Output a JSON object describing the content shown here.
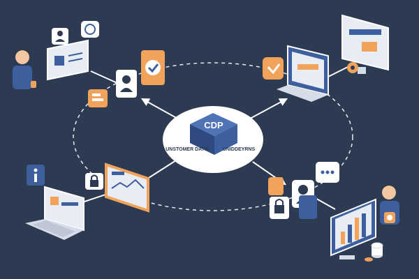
{
  "hub": {
    "label": "CDP",
    "caption_left": "UNSTOMER DATM",
    "caption_right": "UNIDDEYRNS"
  },
  "colors": {
    "background": "#2c3a52",
    "hub_blue": "#3e5f9e",
    "accent_orange": "#f2a35b",
    "tile_white": "#ffffff",
    "screen_light": "#e8ecf3"
  },
  "clusters": [
    {
      "position": "top-left",
      "icons": [
        "person-avatar-icon",
        "chat-bubble-icon",
        "check-badge-icon",
        "user-card-icon"
      ]
    },
    {
      "position": "top-right",
      "icons": [
        "heart-badge-icon",
        "laptop-icon",
        "monitor-icon",
        "gear-icon"
      ]
    },
    {
      "position": "bottom-left",
      "icons": [
        "info-badge-icon",
        "lock-icon",
        "chart-window-icon",
        "laptop-icon"
      ]
    },
    {
      "position": "bottom-right",
      "icons": [
        "group-icon",
        "chat-bubble-icon",
        "lock-icon",
        "bar-chart-monitor-icon"
      ]
    }
  ]
}
